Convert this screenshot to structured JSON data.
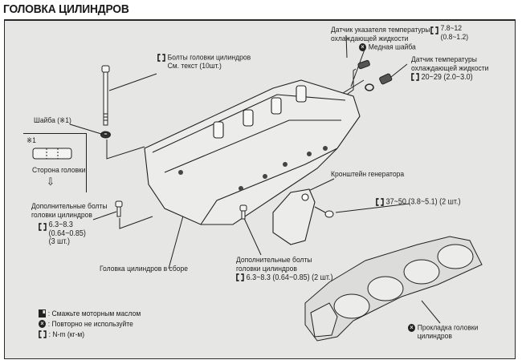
{
  "title": "ГОЛОВКА ЦИЛИНДРОВ",
  "labels": {
    "head_bolts": {
      "line1": "Болты головки цилиндров",
      "line2": "См. текст (10шт.)",
      "icon": "torque-wrench-icon"
    },
    "temp_gauge_sensor": {
      "line1": "Датчик указателя температуры",
      "line2": "охлаждающей жидкости",
      "torque_line1": "7.8~12",
      "torque_line2": "(0.8~1.2)",
      "icon": "torque-wrench-icon"
    },
    "copper_washer": {
      "text": "Медная шайба",
      "icon": "do-not-reuse-icon"
    },
    "coolant_temp_sensor": {
      "line1": "Датчик температуры",
      "line2": "охлаждающей жидкости",
      "torque": "20~29 (2.0~3.0)",
      "icon": "torque-wrench-icon"
    },
    "washer": {
      "text": "Шайба (※1)"
    },
    "washer_detail": {
      "ref": "※1",
      "caption": "Сторона головки",
      "arrow": "⇩"
    },
    "generator_bracket": {
      "text": "Кронштейн генератора"
    },
    "bracket_bolts": {
      "torque": "37~50  (3.8~5.1) (2 шт.)",
      "icon": "torque-wrench-icon"
    },
    "extra_bolts_left": {
      "line1": "Дополнительные болты",
      "line2": "головки цилиндров",
      "torque_line1": "6.3~8.3",
      "torque_line2": "(0.64~0.85)",
      "count": "(3 шт.)",
      "icon": "torque-wrench-icon"
    },
    "head_assembly": {
      "text": "Головка цилиндров в сборе"
    },
    "extra_bolts_bottom": {
      "line1": "Дополнительные болты",
      "line2": "головки цилиндров",
      "torque": "6.3~8.3  (0.64~0.85) (2 шт.)",
      "icon": "torque-wrench-icon"
    },
    "head_gasket": {
      "line1": "Прокладка головки",
      "line2": "цилиндров",
      "icon": "do-not-reuse-icon"
    }
  },
  "legend": [
    {
      "icon": "oil-can-icon",
      "text": ": Смажьте моторным маслом"
    },
    {
      "icon": "do-not-reuse-icon",
      "text": ": Повторно не используйте"
    },
    {
      "icon": "torque-wrench-icon",
      "text": ": N-m (кг-м)"
    }
  ],
  "colors": {
    "panel": "#e6e6e4",
    "ink": "#222222"
  }
}
